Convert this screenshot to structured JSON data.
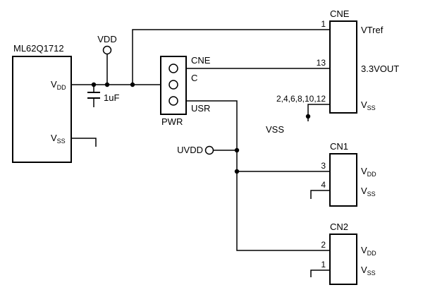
{
  "colors": {
    "line": "#000000",
    "background": "#ffffff"
  },
  "mcu": {
    "title": "ML62Q1712",
    "vdd_main": "V",
    "vdd_sub": "DD",
    "vss_main": "V",
    "vss_sub": "SS"
  },
  "power_rail": {
    "vdd_label": "VDD",
    "cap_value": "1uF"
  },
  "pwr_header": {
    "title": "PWR",
    "pin_cne": "CNE",
    "pin_c": "C",
    "pin_usr": "USR"
  },
  "uvdd": {
    "label": "UVDD"
  },
  "vss_net": {
    "label": "VSS"
  },
  "cne_connector": {
    "title": "CNE",
    "pin1_number": "1",
    "pin1_label": "VTref",
    "pin13_number": "13",
    "pin13_label": "3.3VOUT",
    "vss_pin_numbers": "2,4,6,8,10,12",
    "vss_main": "V",
    "vss_sub": "SS"
  },
  "cn1_connector": {
    "title": "CN1",
    "pin3_number": "3",
    "pin4_number": "4",
    "vdd_main": "V",
    "vdd_sub": "DD",
    "vss_main": "V",
    "vss_sub": "SS"
  },
  "cn2_connector": {
    "title": "CN2",
    "pin2_number": "2",
    "pin1_number": "1",
    "vdd_main": "V",
    "vdd_sub": "DD",
    "vss_main": "V",
    "vss_sub": "SS"
  }
}
